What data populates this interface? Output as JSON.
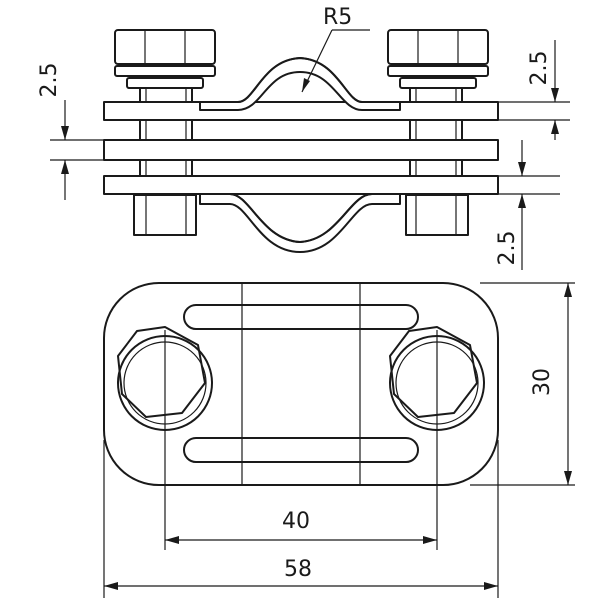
{
  "dimensions": {
    "radius_label": "R5",
    "top_plate_thickness": "2.5",
    "left_gap": "2.5",
    "bottom_plate_thickness": "2.5",
    "height": "30",
    "hole_spacing": "40",
    "overall_length": "58"
  }
}
